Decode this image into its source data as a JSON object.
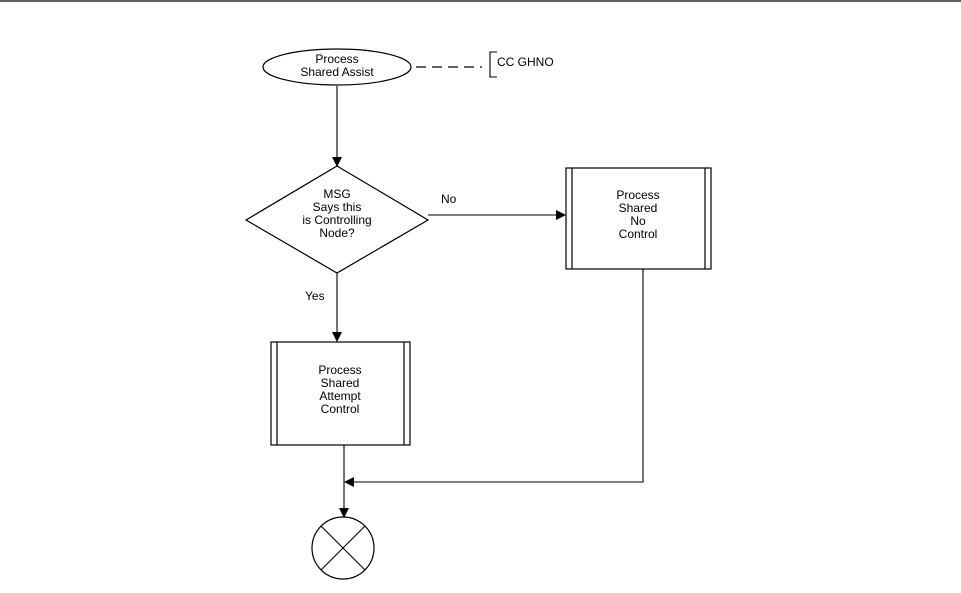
{
  "start_terminator": {
    "lines": [
      "Process",
      "Shared Assist"
    ]
  },
  "annotation": {
    "text": "CC GHNO"
  },
  "decision": {
    "lines": [
      "MSG",
      "Says this",
      "is Controlling",
      "Node?"
    ],
    "yes_label": "Yes",
    "no_label": "No"
  },
  "process_no_control": {
    "lines": [
      "Process",
      "Shared",
      "No",
      "Control"
    ]
  },
  "process_attempt_control": {
    "lines": [
      "Process",
      "Shared",
      "Attempt",
      "Control"
    ]
  },
  "colors": {
    "stroke": "#000000",
    "background": "#ffffff"
  }
}
